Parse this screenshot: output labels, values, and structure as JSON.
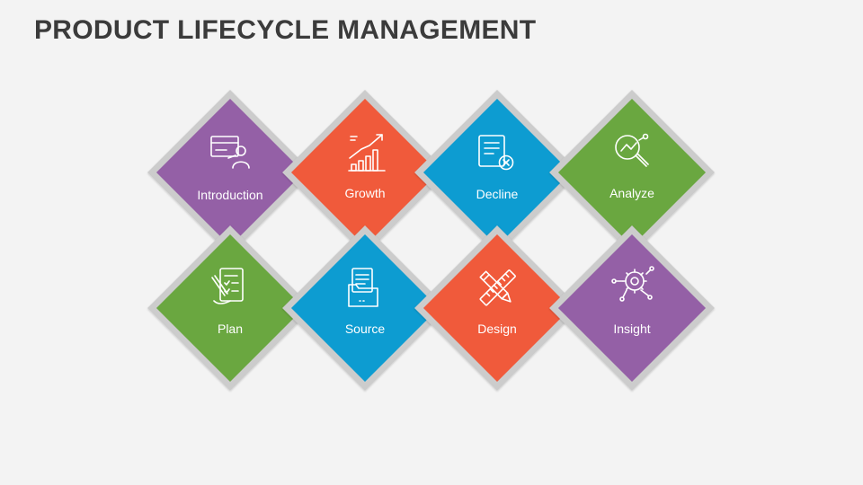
{
  "title": "PRODUCT LIFECYCLE MANAGEMENT",
  "colors": {
    "purple": "#9460a6",
    "orange": "#f05a3a",
    "blue": "#0d9cd1",
    "green": "#6aa740",
    "frame": "#cccccc",
    "connector": "#c8c8c8"
  },
  "tiles": [
    {
      "label": "Introduction",
      "color": "purple",
      "icon": "hello-presentation-icon"
    },
    {
      "label": "Growth",
      "color": "orange",
      "icon": "growth-bar-chart-icon"
    },
    {
      "label": "Decline",
      "color": "blue",
      "icon": "document-cancel-icon"
    },
    {
      "label": "Analyze",
      "color": "green",
      "icon": "magnifier-analytics-icon"
    },
    {
      "label": "Plan",
      "color": "green",
      "icon": "checklist-pencil-icon"
    },
    {
      "label": "Source",
      "color": "blue",
      "icon": "folder-documents-icon"
    },
    {
      "label": "Design",
      "color": "orange",
      "icon": "ruler-pencil-icon"
    },
    {
      "label": "Insight",
      "color": "purple",
      "icon": "gear-network-icon"
    }
  ]
}
